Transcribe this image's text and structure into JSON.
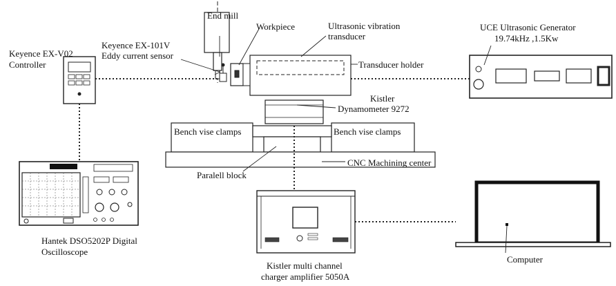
{
  "labels": {
    "end_mill": "End mill",
    "workpiece": "Workpiece",
    "transducer_1": "Ultrasonic vibration",
    "transducer_2": "transducer",
    "generator_1": "UCE Ultrasonic Generator",
    "generator_2": "19.74kHz ,1.5Kw",
    "controller_1": "Keyence EX-V02",
    "controller_2": "Controller",
    "sensor_1": "Keyence EX-101V",
    "sensor_2": "Eddy current sensor",
    "transducer_holder": "Transducer holder",
    "dyno_1": "Kistler",
    "dyno_2": "Dynamometer 9272",
    "vise_left": "Bench vise clamps",
    "vise_right": "Bench vise clamps",
    "cnc": "CNC Machining center",
    "parallel_block": "Paralell block",
    "scope_1": "Hantek DSO5202P Digital",
    "scope_2": "Oscilloscope",
    "amp_1": "Kistler multi channel",
    "amp_2": "charger amplifier 5050A",
    "computer": "Computer"
  }
}
